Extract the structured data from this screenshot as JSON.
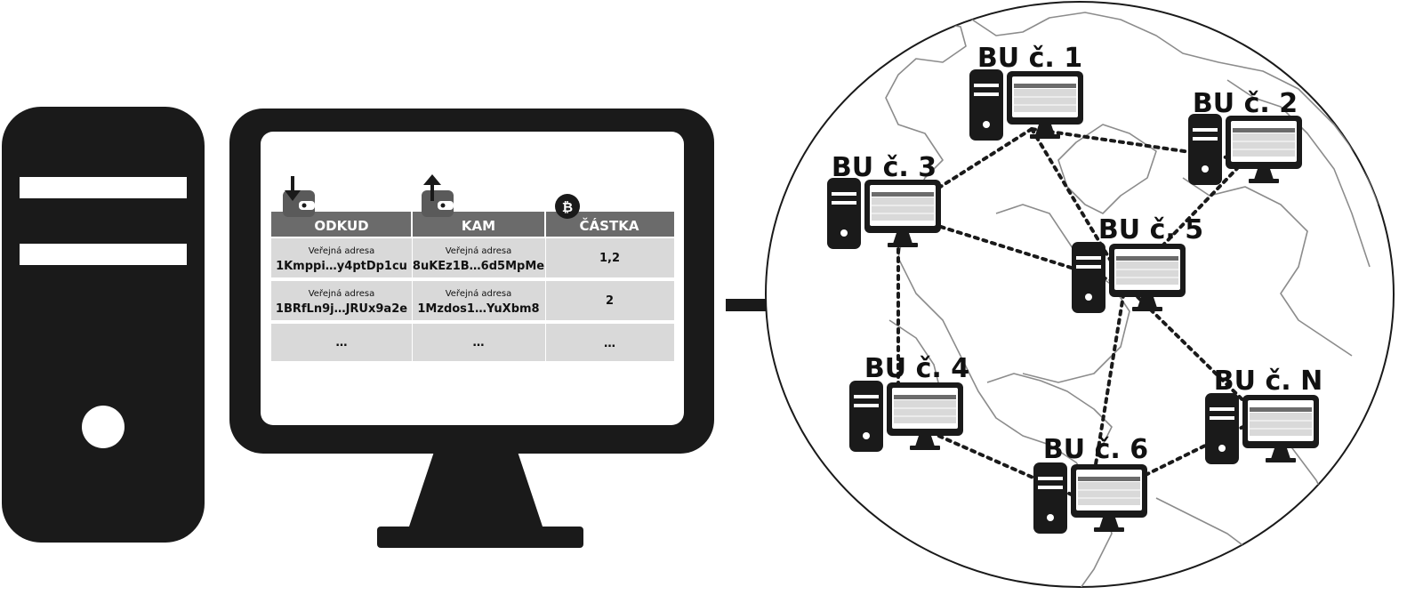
{
  "transaction_table": {
    "headers": [
      {
        "label": "ODKUD",
        "icon": "wallet-in-icon"
      },
      {
        "label": "KAM",
        "icon": "wallet-out-icon"
      },
      {
        "label": "ČÁSTKA",
        "icon": "bitcoin-icon"
      }
    ],
    "rows": [
      {
        "from_label": "Veřejná adresa",
        "from_address": "1Kmppi…y4ptDp1cu",
        "to_label": "Veřejná adresa",
        "to_address": "8uKEz1B…6d5MpMe",
        "amount": "1,2"
      },
      {
        "from_label": "Veřejná adresa",
        "from_address": "1BRfLn9j…JRUx9a2e",
        "to_label": "Veřejná adresa",
        "to_address": "1Mzdos1…YuXbm8",
        "amount": "2"
      },
      {
        "from_label": "",
        "from_address": "…",
        "to_label": "",
        "to_address": "…",
        "amount": "…"
      }
    ]
  },
  "network_nodes": [
    {
      "id": "n1",
      "label": "BU č. 1"
    },
    {
      "id": "n2",
      "label": "BU č. 2"
    },
    {
      "id": "n3",
      "label": "BU č. 3"
    },
    {
      "id": "n4",
      "label": "BU č. 4"
    },
    {
      "id": "n5",
      "label": "BU č. 5"
    },
    {
      "id": "n6",
      "label": "BU č. 6"
    },
    {
      "id": "nN",
      "label": "BU č. N"
    }
  ],
  "network_links": [
    [
      "n1",
      "n2"
    ],
    [
      "n1",
      "n3"
    ],
    [
      "n1",
      "n5"
    ],
    [
      "n3",
      "n5"
    ],
    [
      "n5",
      "n2"
    ],
    [
      "n3",
      "n4"
    ],
    [
      "n5",
      "nN"
    ],
    [
      "n5",
      "n6"
    ],
    [
      "n4",
      "n6"
    ],
    [
      "n6",
      "nN"
    ]
  ],
  "colors": {
    "device": "#1a1a1a",
    "header": "#6b6b6b",
    "cell": "#d9d9d9",
    "globe_line": "#8c8c8c"
  }
}
